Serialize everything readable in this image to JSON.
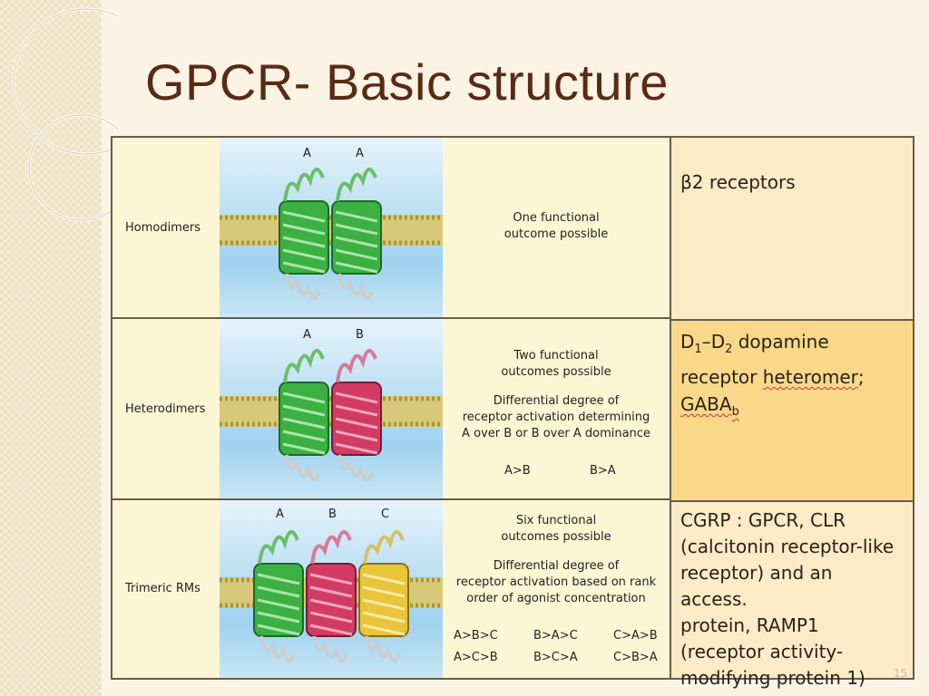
{
  "slide": {
    "title": "GPCR- Basic structure",
    "page_number": "15"
  },
  "figure": {
    "rows": [
      {
        "label": "Homodimers",
        "receptor_letters": [
          "A",
          "A"
        ],
        "description": [
          "One functional",
          "outcome possible"
        ]
      },
      {
        "label": "Heterodimers",
        "receptor_letters": [
          "A",
          "B"
        ],
        "description": [
          "Two functional",
          "outcomes possible"
        ],
        "detail": [
          "Differential degree of",
          "receptor activation determining",
          "A over B or B over A dominance"
        ],
        "orders": [
          "A>B",
          "B>A"
        ]
      },
      {
        "label": "Trimeric RMs",
        "receptor_letters": [
          "A",
          "B",
          "C"
        ],
        "description": [
          "Six functional",
          "outcomes possible"
        ],
        "detail": [
          "Differential degree of",
          "receptor activation based on rank",
          "order of agonist concentration"
        ],
        "orders": [
          "A>B>C",
          "B>A>C",
          "C>A>B",
          "A>C>B",
          "B>C>A",
          "C>B>A"
        ]
      }
    ],
    "colors": {
      "green_receptor": "#3cb043",
      "red_receptor": "#d23c64",
      "yellow_receptor": "#e8c53a",
      "membrane": "#c8b34a"
    }
  },
  "examples": {
    "homodimer": "β2  receptors",
    "heterodimer_line1_pre": "D",
    "heterodimer_sub1": "1",
    "heterodimer_line1_mid": "–D",
    "heterodimer_sub2": "2",
    "heterodimer_line1_post": " dopamine",
    "heterodimer_line2_pre": "receptor ",
    "heterodimer_line2_squig": "heteromer",
    "heterodimer_line2_post": ";",
    "heterodimer_line3_pre": "GABA",
    "heterodimer_line3_sub": "b",
    "trimeric_lines": [
      "CGRP : GPCR, CLR",
      "(calcitonin receptor-like",
      "receptor) and an access.",
      "protein, RAMP1",
      "(receptor activity-",
      "modifying protein 1)"
    ]
  }
}
